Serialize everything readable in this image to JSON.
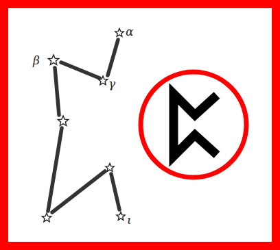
{
  "diagram": {
    "labels": [
      "α",
      "β",
      "γ",
      "ι"
    ]
  }
}
